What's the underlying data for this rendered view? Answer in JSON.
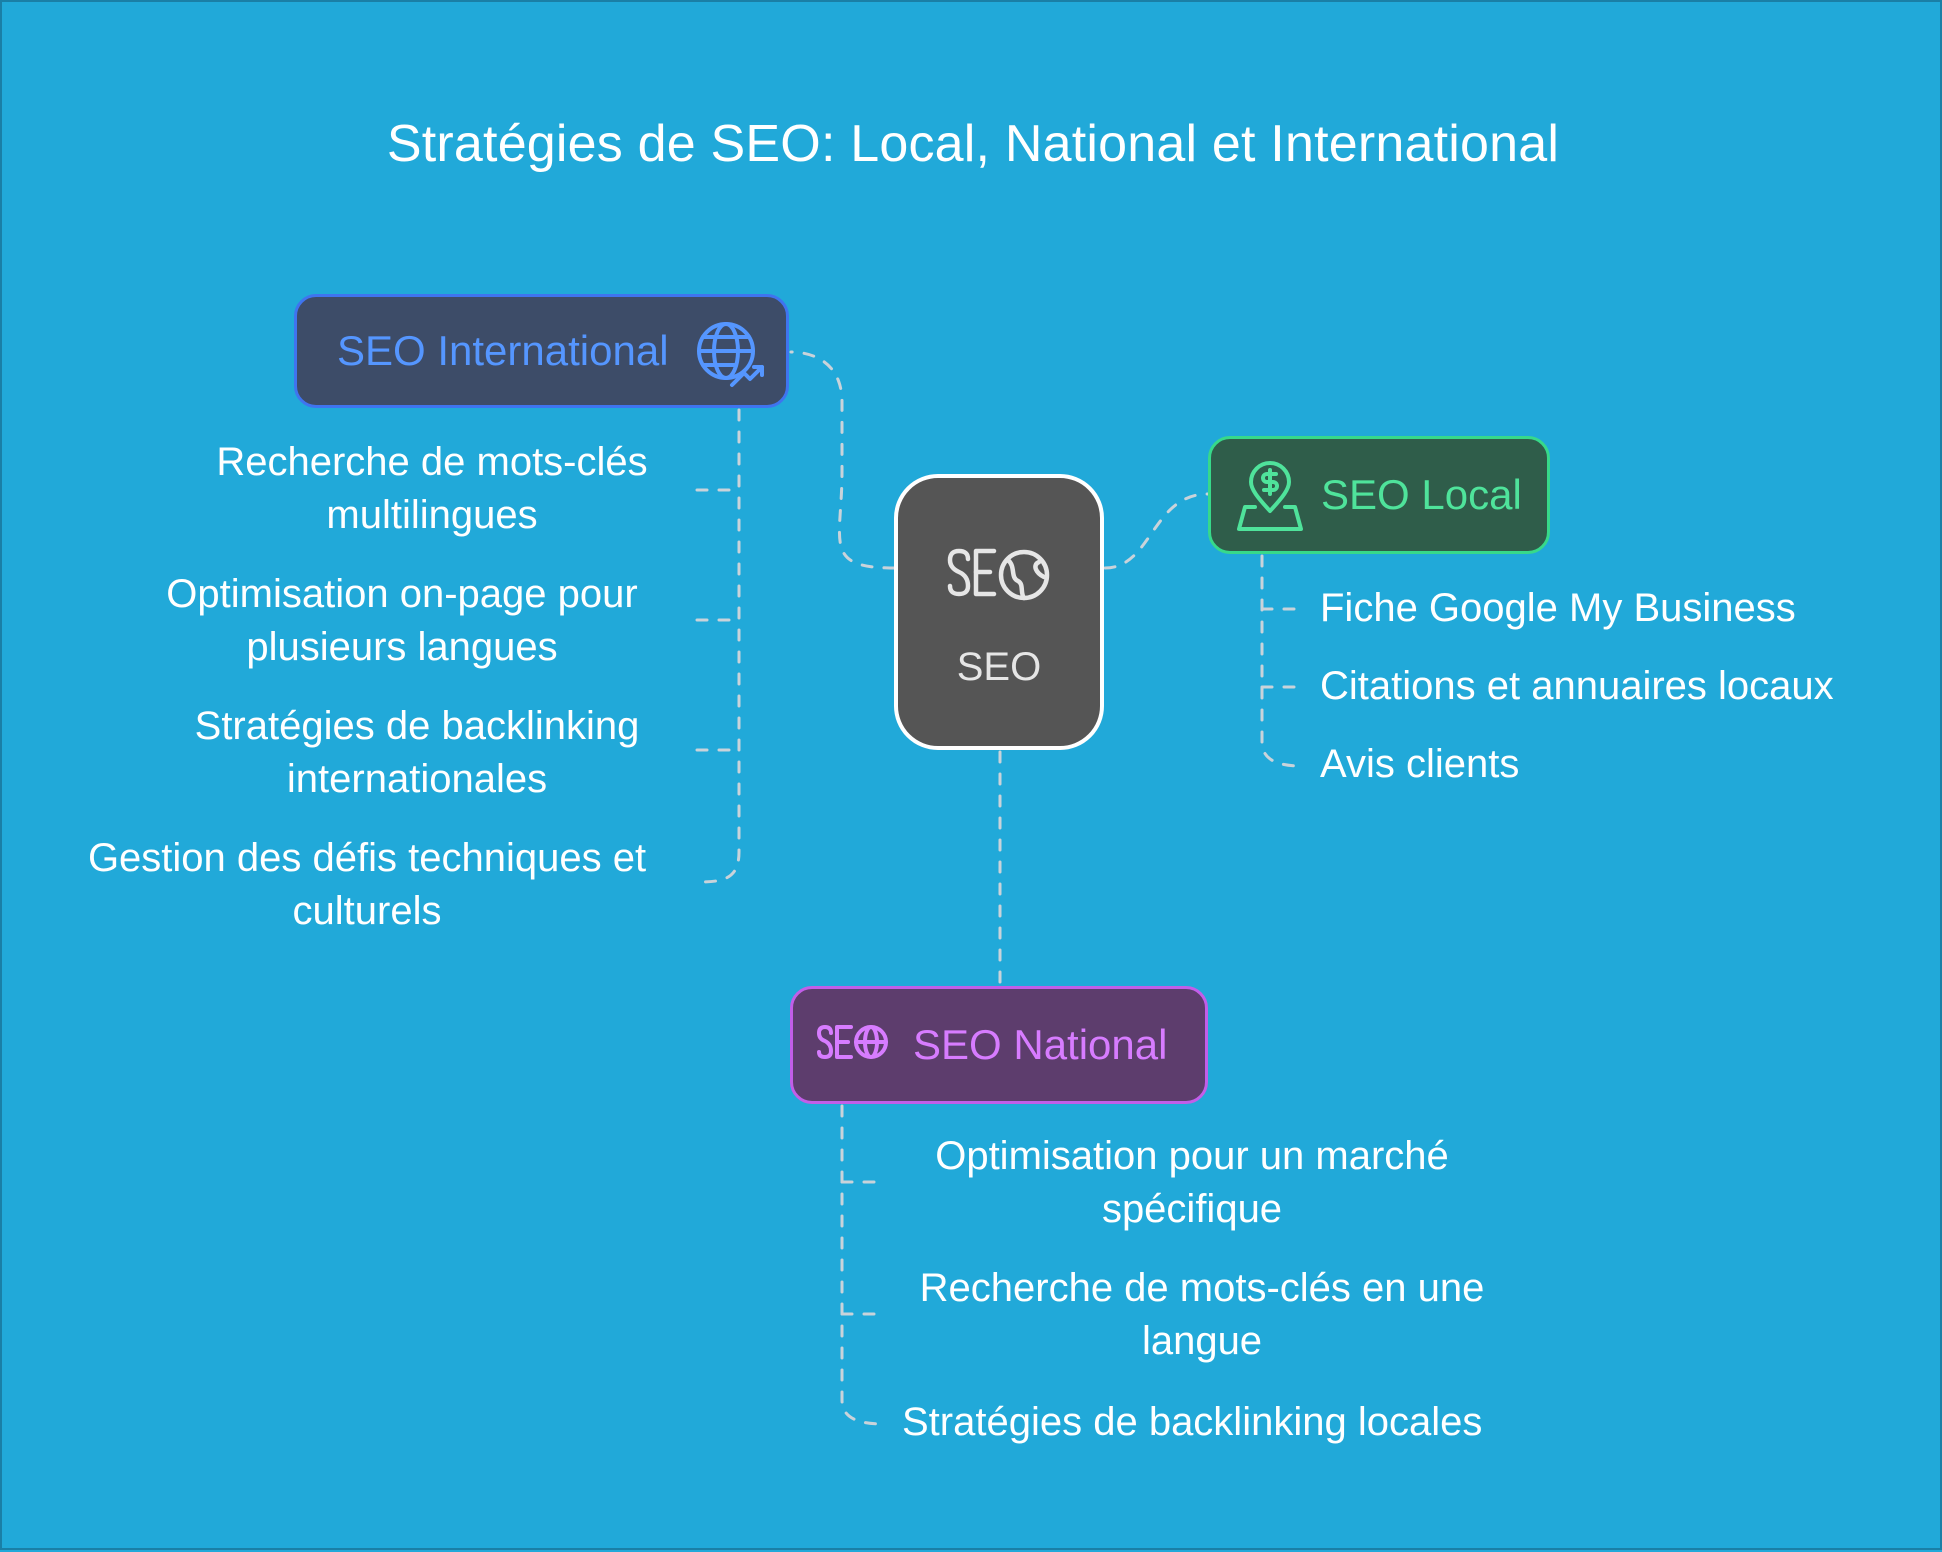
{
  "title": "Stratégies de SEO: Local, National et International",
  "center": {
    "label": "SEO",
    "icon": "seo-globe-icon"
  },
  "international": {
    "label": "SEO International",
    "icon": "globe-trend-icon",
    "color": "#5596ff",
    "items": [
      "Recherche de mots-clés\nmultilingues",
      "Optimisation on-page pour\nplusieurs langues",
      "Stratégies de backlinking\ninternationales",
      "Gestion des défis techniques et\nculturels"
    ]
  },
  "local": {
    "label": "SEO Local",
    "icon": "map-pin-dollar-icon",
    "color": "#4fe39b",
    "items": [
      "Fiche Google My Business",
      "Citations et annuaires locaux",
      "Avis clients"
    ]
  },
  "national": {
    "label": "SEO National",
    "icon": "seo-globe-icon",
    "color": "#d77cff",
    "items": [
      "Optimisation pour un marché\nspécifique",
      "Recherche de mots-clés en une\nlangue",
      "Stratégies de backlinking locales"
    ]
  }
}
